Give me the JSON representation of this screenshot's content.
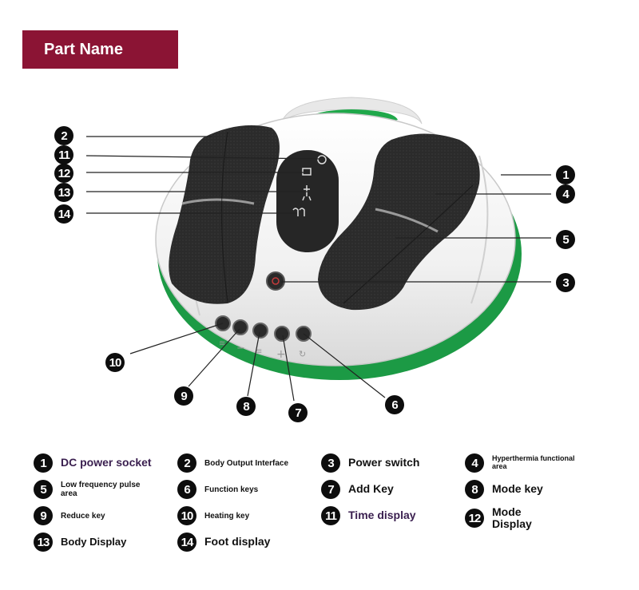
{
  "header": {
    "title": "Part Name"
  },
  "callouts": [
    "1",
    "2",
    "3",
    "4",
    "5",
    "6",
    "7",
    "8",
    "9",
    "10",
    "11",
    "12",
    "13",
    "14"
  ],
  "legend": [
    {
      "num": "1",
      "label": "DC power socket"
    },
    {
      "num": "2",
      "label": "Body Output Interface"
    },
    {
      "num": "3",
      "label": "Power switch"
    },
    {
      "num": "4",
      "label": "Hyperthermia functional area"
    },
    {
      "num": "5",
      "label": "Low frequency pulse area"
    },
    {
      "num": "6",
      "label": "Function keys"
    },
    {
      "num": "7",
      "label": "Add Key"
    },
    {
      "num": "8",
      "label": "Mode key"
    },
    {
      "num": "9",
      "label": "Reduce key"
    },
    {
      "num": "10",
      "label": "Heating key"
    },
    {
      "num": "11",
      "label": "Time display"
    },
    {
      "num": "12",
      "label": "Mode Display"
    },
    {
      "num": "13",
      "label": "Body Display"
    },
    {
      "num": "14",
      "label": "Foot display"
    }
  ],
  "colors": {
    "banner": "#8b1434",
    "accent_green": "#1fa84a",
    "pad": "#2a2a2a"
  }
}
